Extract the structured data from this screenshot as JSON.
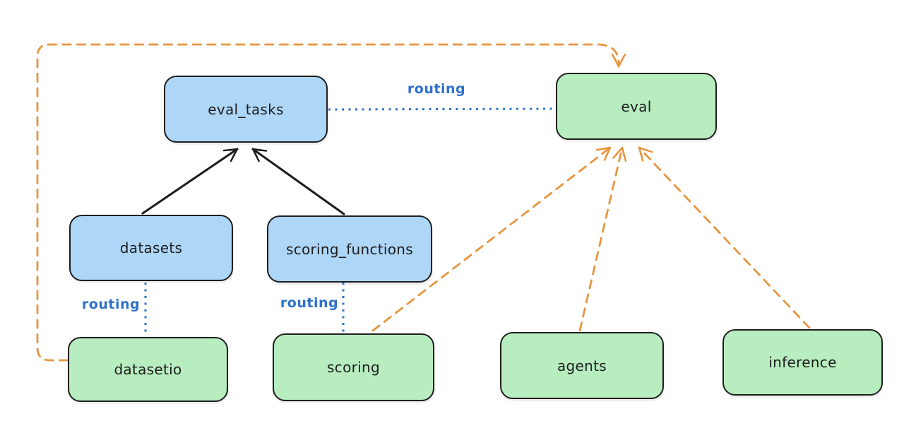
{
  "diagram": {
    "nodes": {
      "eval_tasks": {
        "label": "eval_tasks",
        "kind": "resource-blue"
      },
      "datasets": {
        "label": "datasets",
        "kind": "resource-blue"
      },
      "scoring_functions": {
        "label": "scoring_functions",
        "kind": "resource-blue"
      },
      "eval": {
        "label": "eval",
        "kind": "api-green"
      },
      "datasetio": {
        "label": "datasetio",
        "kind": "api-green"
      },
      "scoring": {
        "label": "scoring",
        "kind": "api-green"
      },
      "agents": {
        "label": "agents",
        "kind": "api-green"
      },
      "inference": {
        "label": "inference",
        "kind": "api-green"
      }
    },
    "edge_labels": {
      "routing_top": "routing",
      "routing_left": "routing",
      "routing_mid": "routing"
    },
    "edges": [
      {
        "from": "datasets",
        "to": "eval_tasks",
        "style": "solid-black-arrow"
      },
      {
        "from": "scoring_functions",
        "to": "eval_tasks",
        "style": "solid-black-arrow"
      },
      {
        "from": "eval_tasks",
        "to": "eval",
        "style": "dotted-blue",
        "label": "routing"
      },
      {
        "from": "datasets",
        "to": "datasetio",
        "style": "dotted-blue",
        "label": "routing"
      },
      {
        "from": "scoring_functions",
        "to": "scoring",
        "style": "dotted-blue",
        "label": "routing"
      },
      {
        "from": "datasetio",
        "to": "eval",
        "style": "dashed-orange-arrow"
      },
      {
        "from": "scoring",
        "to": "eval",
        "style": "dashed-orange-arrow"
      },
      {
        "from": "agents",
        "to": "eval",
        "style": "dashed-orange-arrow"
      },
      {
        "from": "inference",
        "to": "eval",
        "style": "dashed-orange-arrow"
      }
    ],
    "colors": {
      "background": "#ffffff",
      "resource_fill": "#aed6f7",
      "api_fill": "#b7edbf",
      "node_stroke": "#1e1e1e",
      "routing_line": "#2e71c8",
      "dependency_line": "#e6953f",
      "reference_line": "#1e1e1e"
    }
  }
}
